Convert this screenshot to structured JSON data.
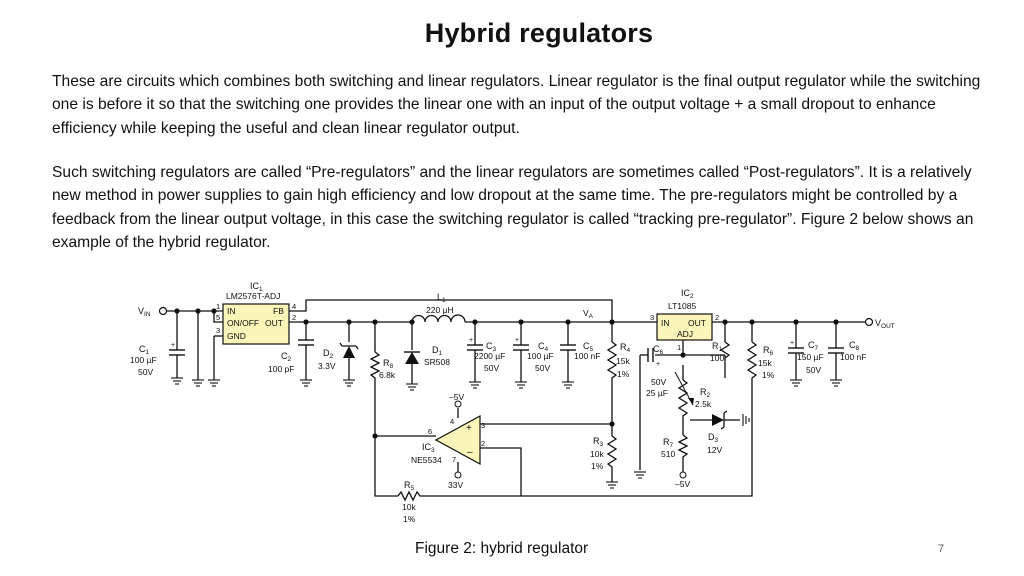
{
  "slide": {
    "title": "Hybrid regulators",
    "paragraph1": "These are circuits which combines both switching and linear regulators. Linear regulator is the final output regulator while the switching one is before it so that the switching one provides the linear one with an input of the output voltage + a small dropout to enhance efficiency while keeping the useful and clean linear regulator output.",
    "paragraph2": "Such switching regulators are called “Pre-regulators” and the linear regulators are sometimes called “Post-regulators”. It is a relatively new method in power supplies to gain high efficiency and low dropout at the same time. The pre-regulators might be controlled by a feedback from the linear output voltage, in this case the switching regulator is called “tracking pre-regulator”. Figure 2 below shows an example of the hybrid regulator.",
    "caption": "Figure 2: hybrid regulator",
    "page_number": "7"
  },
  "schematic": {
    "ic1": {
      "ref": "IC",
      "sub": "1",
      "part": "LM2576T-ADJ",
      "pin_in": "IN",
      "pin_fb": "FB",
      "pin_onoff": "ON/OFF",
      "pin_out": "OUT",
      "pin_gnd": "GND",
      "n1": "1",
      "n4": "4",
      "n5": "5",
      "n2": "2",
      "n3": "3"
    },
    "ic2": {
      "ref": "IC",
      "sub": "2",
      "part": "LT1085",
      "pin_in": "IN",
      "pin_out": "OUT",
      "pin_adj": "ADJ",
      "n3": "3",
      "n2": "2",
      "n1": "1"
    },
    "ic3": {
      "ref": "IC",
      "sub": "3",
      "part": "NE5534",
      "n4": "4",
      "n6": "6",
      "n3": "3",
      "n2": "2",
      "n7": "7",
      "supply_neg": "–5V",
      "supply_pos": "33V"
    },
    "vin": {
      "label": "V",
      "sub": "IN"
    },
    "vout": {
      "label": "V",
      "sub": "OUT"
    },
    "va": {
      "label": "V",
      "sub": "A"
    },
    "c1": {
      "name": "C",
      "sub": "1",
      "value": "100 µF",
      "rating": "50V"
    },
    "c2": {
      "name": "C",
      "sub": "2",
      "value": "100 pF"
    },
    "d2": {
      "name": "D",
      "sub": "2",
      "value": "3.3V"
    },
    "r8": {
      "name": "R",
      "sub": "8",
      "value": "6.8k"
    },
    "l1": {
      "name": "L",
      "sub": "1",
      "value": "220 µH"
    },
    "d1": {
      "name": "D",
      "sub": "1",
      "value": "SR508"
    },
    "c3": {
      "name": "C",
      "sub": "3",
      "value": "2200 µF",
      "rating": "50V"
    },
    "c4": {
      "name": "C",
      "sub": "4",
      "value": "100 µF",
      "rating": "50V"
    },
    "c5": {
      "name": "C",
      "sub": "5",
      "value": "100 nF"
    },
    "r4": {
      "name": "R",
      "sub": "4",
      "value": "15k",
      "tol": "1%"
    },
    "c6": {
      "name": "C",
      "sub": "6",
      "value": "50V",
      "value2": "25 µF"
    },
    "r1": {
      "name": "R",
      "sub": "1",
      "value": "100"
    },
    "r2": {
      "name": "R",
      "sub": "2",
      "value": "2.5k"
    },
    "d3": {
      "name": "D",
      "sub": "3",
      "value": "12V"
    },
    "r7": {
      "name": "R",
      "sub": "7",
      "value": "510",
      "supply": "–5V"
    },
    "r6": {
      "name": "R",
      "sub": "6",
      "value": "15k",
      "tol": "1%"
    },
    "c7": {
      "name": "C",
      "sub": "7",
      "value": "150 µF",
      "rating": "50V"
    },
    "c8": {
      "name": "C",
      "sub": "8",
      "value": "100 nF"
    },
    "r3": {
      "name": "R",
      "sub": "3",
      "value": "10k",
      "tol": "1%"
    },
    "r5": {
      "name": "R",
      "sub": "5",
      "value": "10k",
      "tol": "1%"
    }
  }
}
